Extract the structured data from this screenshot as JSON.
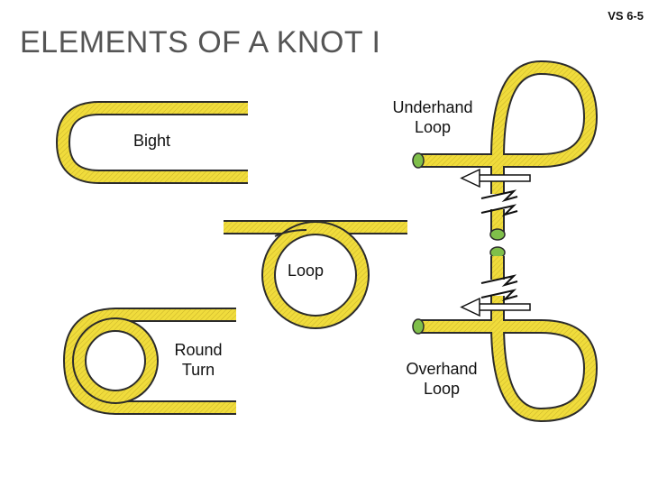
{
  "title": "ELEMENTS OF A KNOT I",
  "slide_code": "VS 6-5",
  "labels": {
    "bight": "Bight",
    "underhand_loop": [
      "Underhand",
      "Loop"
    ],
    "loop": "Loop",
    "round_turn": [
      "Round",
      "Turn"
    ],
    "overhand_loop": [
      "Overhand",
      "Loop"
    ]
  },
  "colors": {
    "rope_fill": "#f0dc3c",
    "rope_outline": "#2b2b2b",
    "rope_end": "#7fbf4a",
    "title_text": "#555555"
  },
  "icons": [
    "arrow-left-icon",
    "arrow-left-icon",
    "break-mark-icon",
    "break-mark-icon"
  ]
}
